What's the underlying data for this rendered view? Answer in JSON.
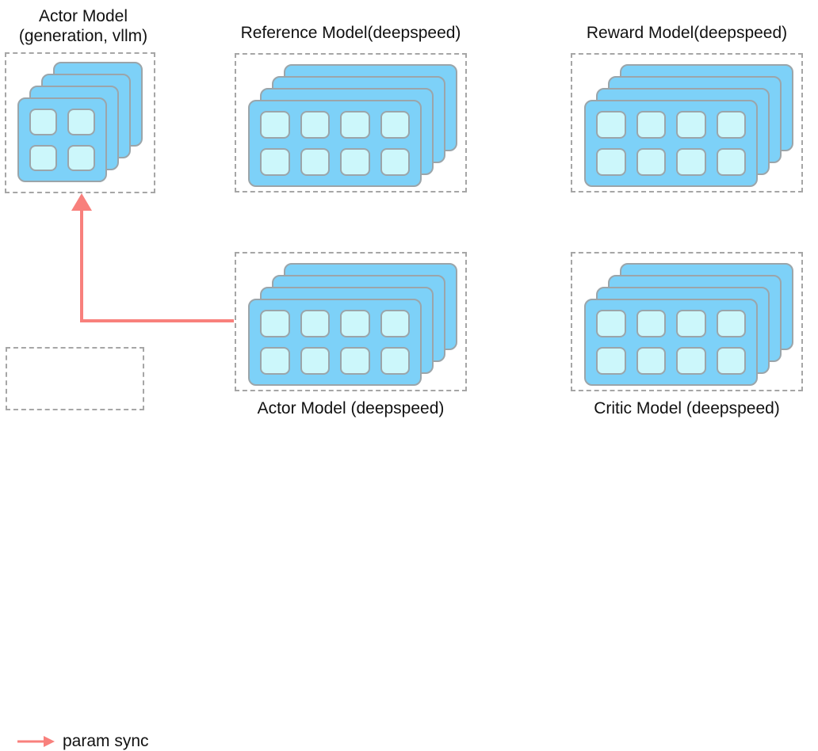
{
  "colors": {
    "background": "#ffffff",
    "text": "#111111",
    "box_border": "#a6a6a6",
    "card_fill": "#7dd1f8",
    "card_border": "#9ba5aa",
    "gpu_fill": "#ccf7fb",
    "arrow": "#f8807c"
  },
  "clusters": [
    {
      "id": "actor-vllm",
      "title_line1": "Actor Model",
      "title_line2": "(generation, vllm)",
      "stack": 4,
      "gpu_cols": 2,
      "gpu_rows": 2
    },
    {
      "id": "reference",
      "title": "Reference Model(deepspeed)",
      "stack": 4,
      "gpu_cols": 4,
      "gpu_rows": 2
    },
    {
      "id": "reward",
      "title": "Reward Model(deepspeed)",
      "stack": 4,
      "gpu_cols": 4,
      "gpu_rows": 2
    },
    {
      "id": "actor-deepspeed",
      "title": "Actor Model (deepspeed)",
      "stack": 4,
      "gpu_cols": 4,
      "gpu_rows": 2
    },
    {
      "id": "critic",
      "title": "Critic Model (deepspeed)",
      "stack": 4,
      "gpu_cols": 4,
      "gpu_rows": 2
    }
  ],
  "legend": {
    "label": "param sync"
  },
  "connection": {
    "type": "param sync",
    "from": "actor-deepspeed",
    "to": "actor-vllm"
  }
}
